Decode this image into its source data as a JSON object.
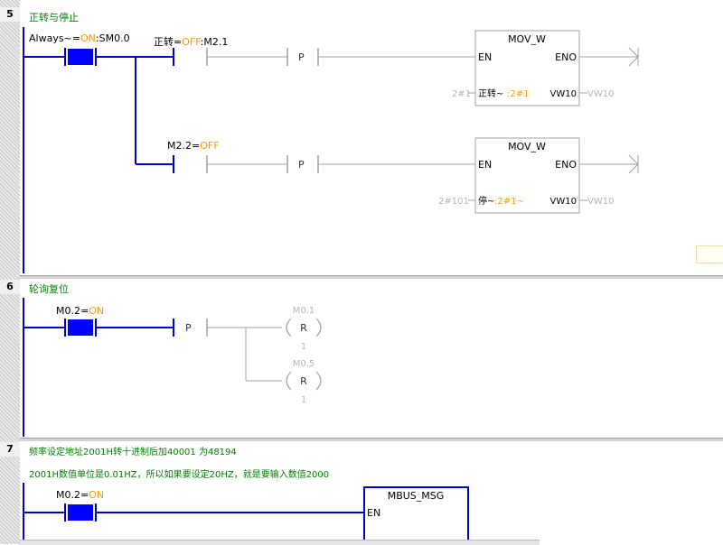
{
  "rungs": [
    {
      "number": "5",
      "comment": "正转与停止",
      "contacts": {
        "always": {
          "name": "Always~",
          "state": "ON",
          "addr": ":SM0.0"
        },
        "fwd": {
          "name": "正转=",
          "state": "OFF",
          "addr": ":M2.1"
        },
        "m22": {
          "name": "M2.2=",
          "state": "OFF"
        }
      },
      "p_label": "P",
      "boxes": [
        {
          "title": "MOV_W",
          "en": "EN",
          "eno": "ENO",
          "in_pre": "2#1",
          "in_val": "正转~",
          "in_val2": ":2#1",
          "out": "VW10",
          "out_post": "VW10"
        },
        {
          "title": "MOV_W",
          "en": "EN",
          "eno": "ENO",
          "in_pre": "2#101",
          "in_val": "停~",
          "in_val2": ":2#1~",
          "out": "VW10",
          "out_post": "VW10"
        }
      ]
    },
    {
      "number": "6",
      "comment": "轮询复位",
      "contacts": {
        "m02": {
          "name": "M0.2=",
          "state": "ON"
        }
      },
      "p_label": "P",
      "coils": [
        {
          "addr": "M0.1",
          "type": "R",
          "count": "1"
        },
        {
          "addr": "M0.5",
          "type": "R",
          "count": "1"
        }
      ]
    },
    {
      "number": "7",
      "comment": "频率设定地址2001H转十进制后加40001 为48194",
      "comment2": "2001H数值单位是0.01HZ，所以如果要设定20HZ，就是要输入数值2000",
      "contacts": {
        "m02": {
          "name": "M0.2=",
          "state": "ON"
        }
      },
      "box": {
        "title": "MBUS_MSG",
        "en": "EN"
      }
    }
  ],
  "colors": {
    "rail": "#0000c8",
    "grey": "#a0a0a0",
    "comment": "#008000",
    "on": "#ff9900",
    "contact_fill": "#0000ff"
  }
}
